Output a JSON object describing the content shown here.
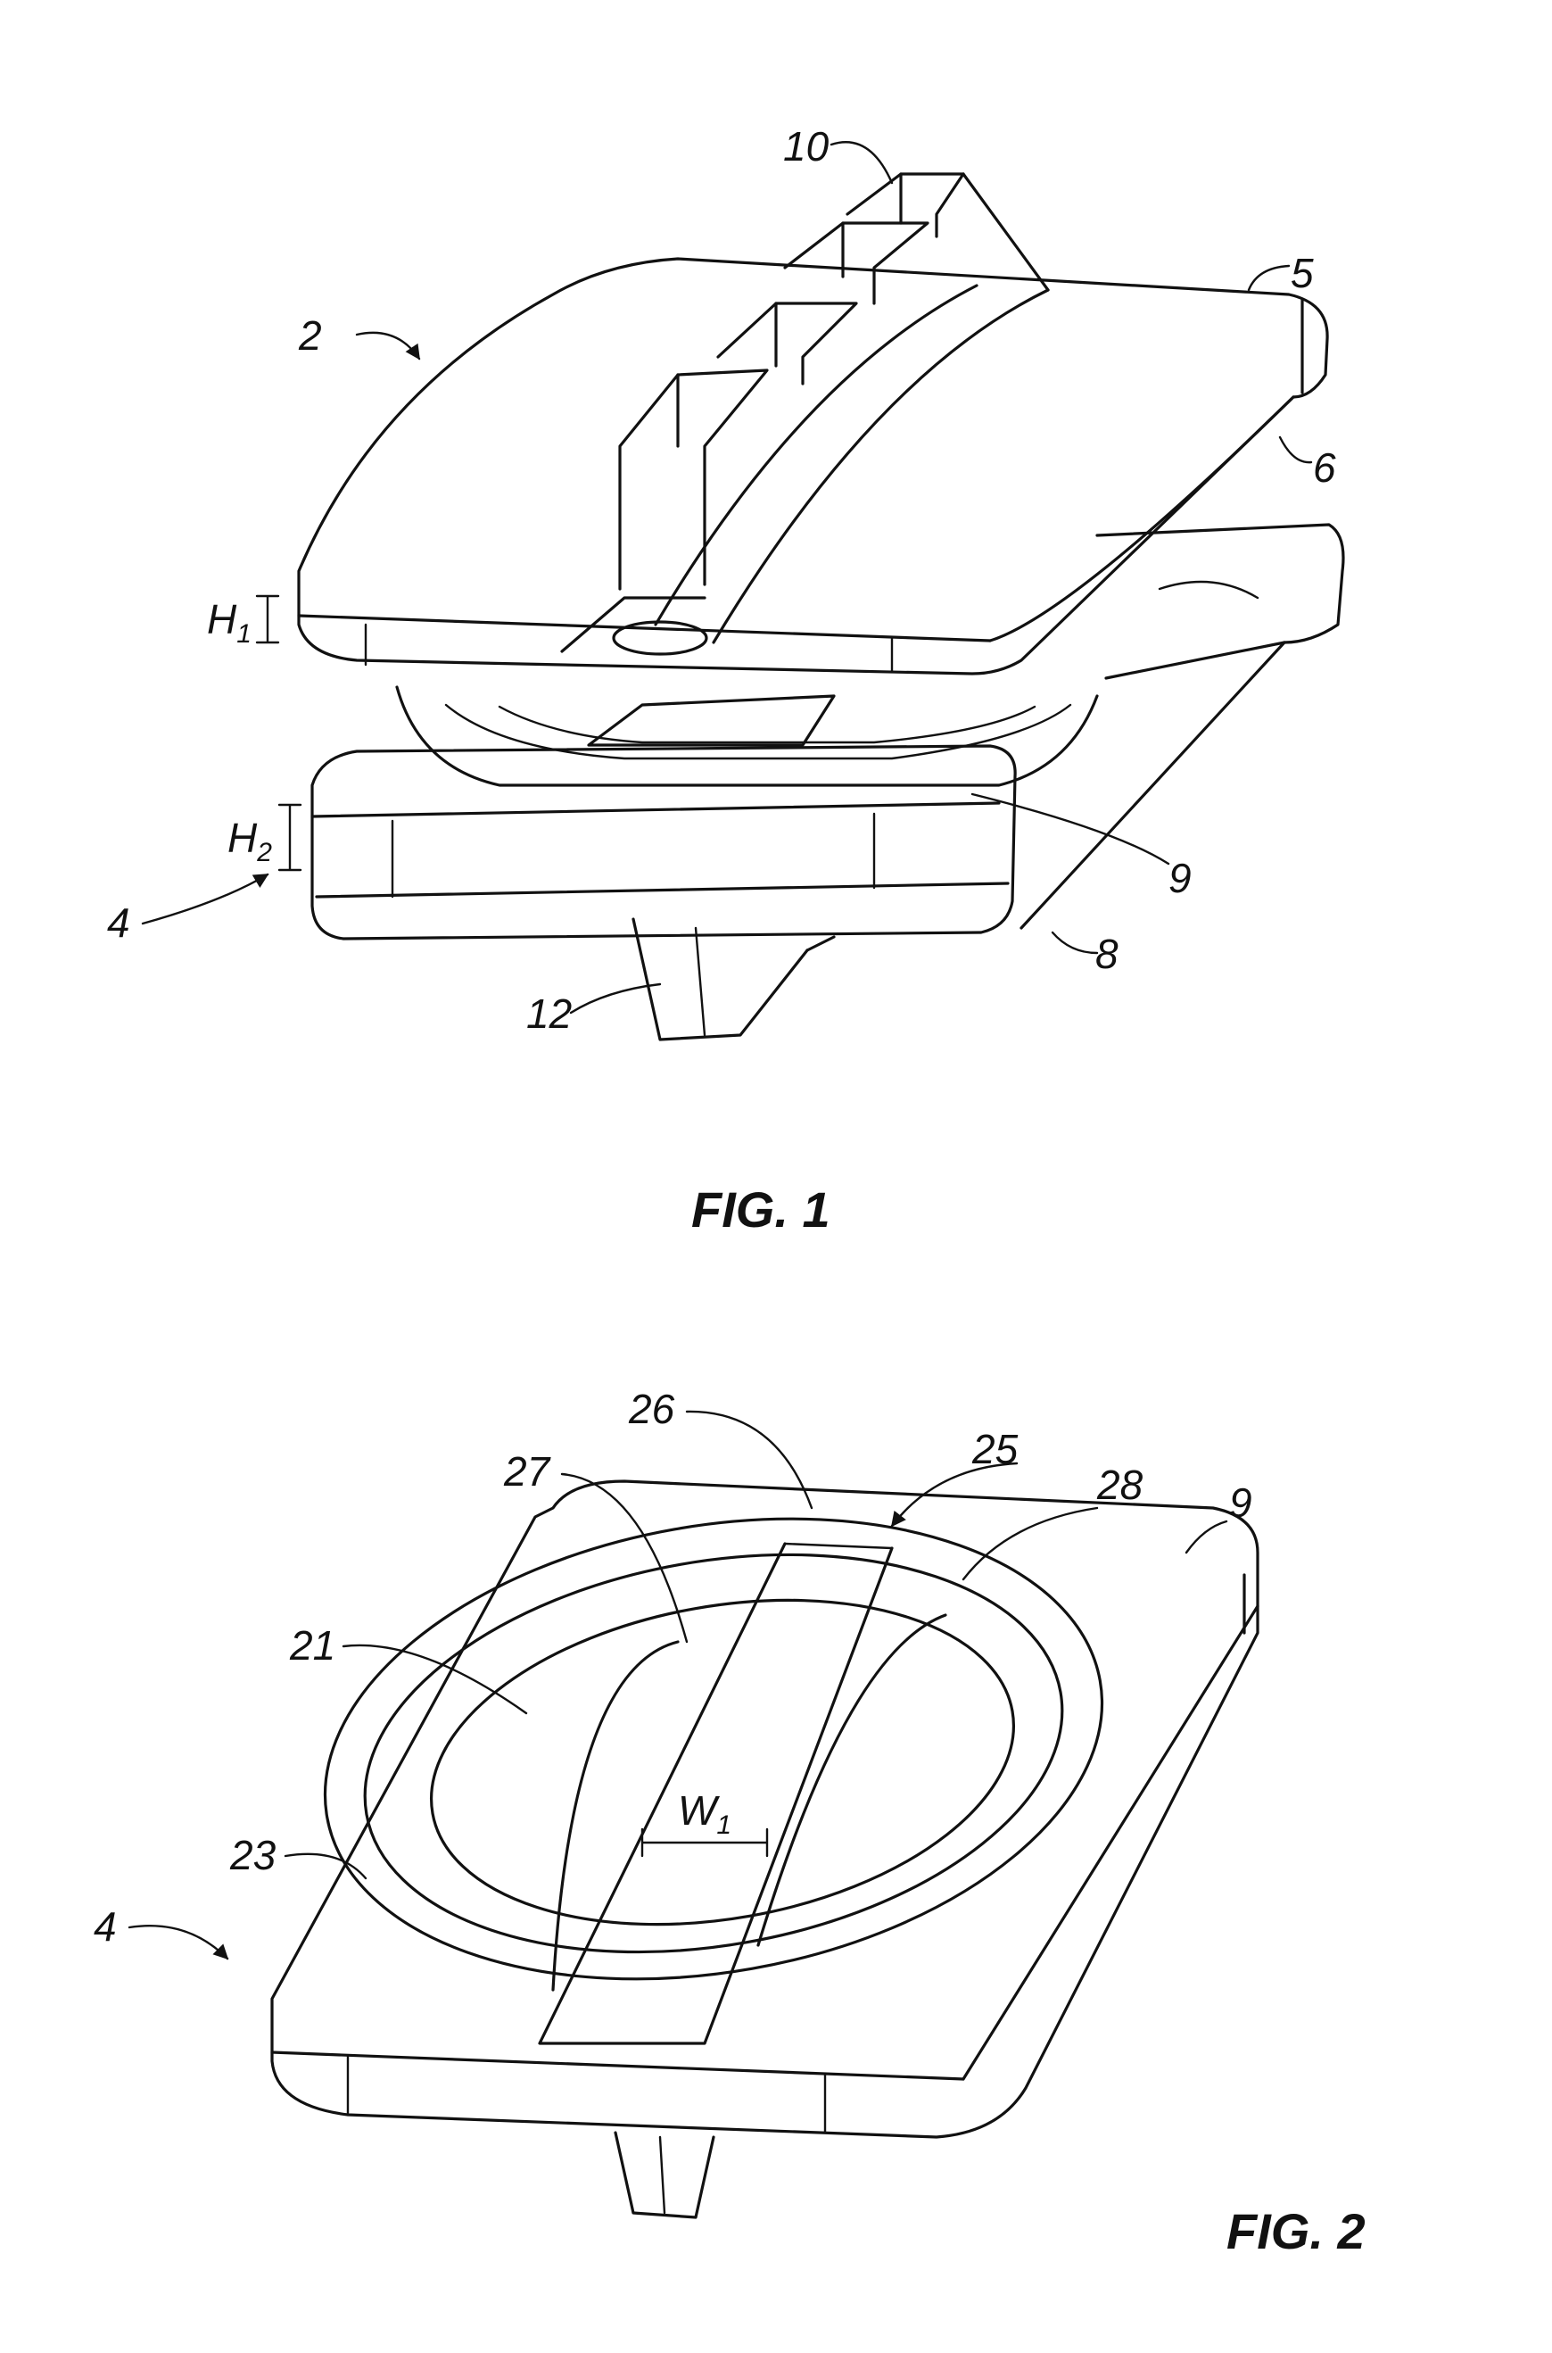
{
  "figures": [
    {
      "caption": "FIG. 1",
      "refs": {
        "r2": "2",
        "r4": "4",
        "r5": "5",
        "r6": "6",
        "r8": "8",
        "r9": "9",
        "r10": "10",
        "r12": "12",
        "h1_main": "H",
        "h1_sub": "1",
        "h2_main": "H",
        "h2_sub": "2"
      }
    },
    {
      "caption": "FIG. 2",
      "refs": {
        "r4": "4",
        "r9": "9",
        "r21": "21",
        "r23": "23",
        "r25": "25",
        "r26": "26",
        "r27": "27",
        "r28": "28",
        "w1_main": "W",
        "w1_sub": "1"
      }
    }
  ]
}
